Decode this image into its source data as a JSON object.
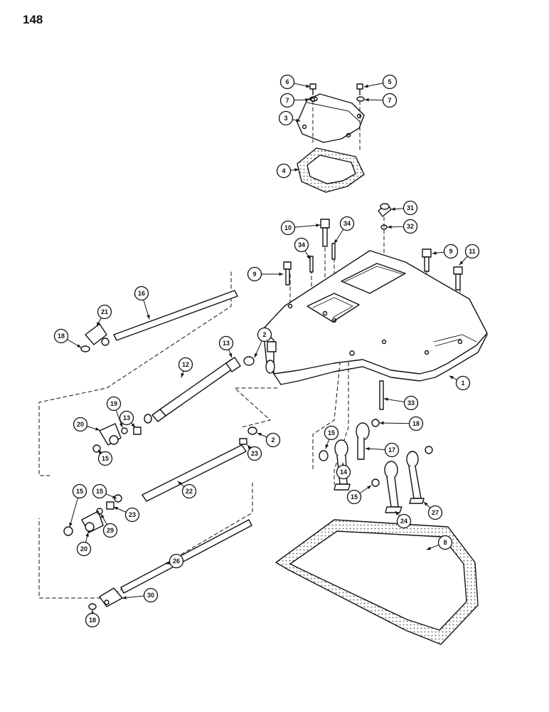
{
  "page_number": "148",
  "colors": {
    "ink": "#111111",
    "paper": "#ffffff",
    "hatch": "#555555"
  },
  "callouts": {
    "c1": "1",
    "c2a": "2",
    "c2b": "2",
    "c3": "3",
    "c4": "4",
    "c5": "5",
    "c6": "6",
    "c7a": "7",
    "c7b": "7",
    "c8": "8",
    "c9a": "9",
    "c9b": "9",
    "c10": "10",
    "c11": "11",
    "c12": "12",
    "c13a": "13",
    "c13b": "13",
    "c14": "14",
    "c15a": "15",
    "c15b": "15",
    "c15c": "15",
    "c15d": "15",
    "c15e": "15",
    "c16": "16",
    "c17": "17",
    "c18a": "18",
    "c18b": "18",
    "c18c": "18",
    "c19": "19",
    "c20a": "20",
    "c20b": "20",
    "c21": "21",
    "c22": "22",
    "c23a": "23",
    "c23b": "23",
    "c24": "24",
    "c26": "26",
    "c27": "27",
    "c29": "29",
    "c30": "30",
    "c31": "31",
    "c32": "32",
    "c33": "33",
    "c34a": "34",
    "c34b": "34"
  }
}
